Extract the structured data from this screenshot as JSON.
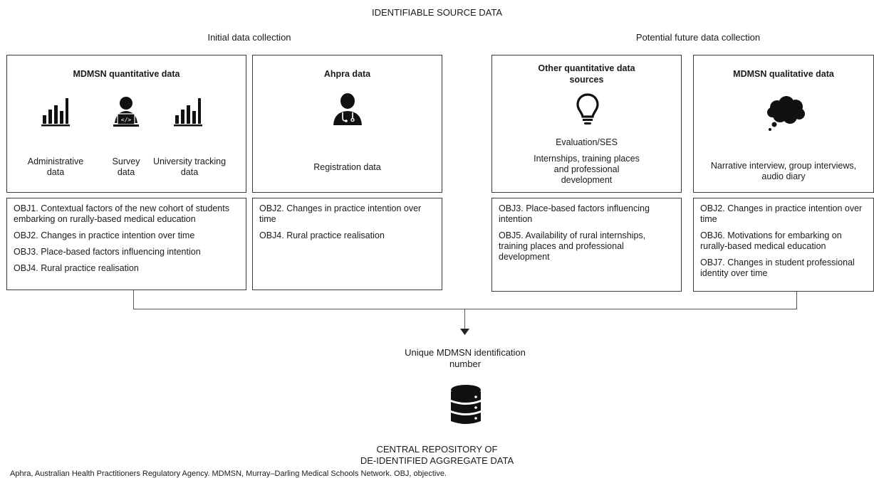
{
  "title": "IDENTIFIABLE SOURCE DATA",
  "sections": {
    "initial": "Initial data collection",
    "future": "Potential future data collection"
  },
  "boxes": [
    {
      "title": "MDMSN quantitative data",
      "items": [
        {
          "icon": "bar-chart-icon",
          "label": "Administrative data"
        },
        {
          "icon": "laptop-user-icon",
          "label": "Survey data"
        },
        {
          "icon": "bar-chart-icon",
          "label": "University tracking data"
        }
      ],
      "objectives": [
        "OBJ1. Contextual factors of the new cohort of students embarking on rurally-based medical education",
        "OBJ2. Changes in practice intention over time",
        "OBJ3. Place-based factors influencing intention",
        "OBJ4. Rural practice realisation"
      ]
    },
    {
      "title": "Ahpra data",
      "icon": "doctor-icon",
      "label": "Registration data",
      "objectives": [
        "OBJ2. Changes in practice intention over time",
        "OBJ4. Rural practice realisation"
      ]
    },
    {
      "title": "Other quantitative data sources",
      "icon": "lightbulb-icon",
      "label1": "Evaluation/SES",
      "label2": "Internships, training places and professional development",
      "objectives": [
        "OBJ3. Place-based factors influencing intention",
        "OBJ5. Availability of rural internships, training places and professional development"
      ]
    },
    {
      "title": "MDMSN qualitative data",
      "icon": "thought-cloud-icon",
      "label": "Narrative interview, group interviews, audio diary",
      "objectives": [
        "OBJ2. Changes in practice intention over time",
        "OBJ6. Motivations for embarking on rurally-based medical education",
        "OBJ7. Changes in student professional identity over time"
      ]
    }
  ],
  "unique_id": "Unique MDMSN identification number",
  "repository_line1": "CENTRAL REPOSITORY OF",
  "repository_line2": "DE-IDENTIFIED AGGREGATE DATA",
  "footnote": "Aphra, Australian Health Practitioners Regulatory Agency. MDMSN, Murray–Darling Medical Schools Network. OBJ, objective.",
  "colors": {
    "icon": "#111111",
    "border": "#3a3a3a",
    "line": "#555555"
  }
}
